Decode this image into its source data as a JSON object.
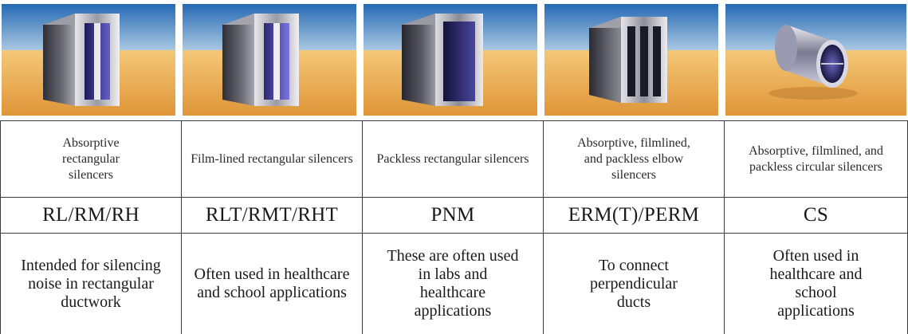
{
  "silencers": [
    {
      "image": "absorptive-rectangular-silencer-render",
      "description": "Absorptive rectangular silencers",
      "model": "RL/RM/RH",
      "use": "Intended for silencing noise in rectangular ductwork"
    },
    {
      "image": "film-lined-rectangular-silencer-render",
      "description": "Film-lined rectangular silencers",
      "model": "RLT/RMT/RHT",
      "use": "Often used in healthcare and school applications"
    },
    {
      "image": "packless-rectangular-silencer-render",
      "description": "Packless rectangular silencers",
      "model": "PNM",
      "use": "These are often used in labs and healthcare applications"
    },
    {
      "image": "elbow-silencer-render",
      "description": "Absorptive, filmlined, and packless elbow silencers",
      "model": "ERM(T)/PERM",
      "use": "To connect perpendicular ducts"
    },
    {
      "image": "circular-silencer-render",
      "description": "Absorptive, filmlined, and packless circular silencers",
      "model": "CS",
      "use": "Often used in healthcare and school applications"
    }
  ],
  "colors": {
    "sky_top": "#2a6fb8",
    "sky_bottom": "#8fb7d8",
    "floor_top": "#f1c06e",
    "floor_bottom": "#e29a3c",
    "metal_light": "#d9d9dc",
    "metal_dark": "#3c3c46",
    "liner_blue": "#4a46a8",
    "grid_line": "#3a3a3a"
  }
}
